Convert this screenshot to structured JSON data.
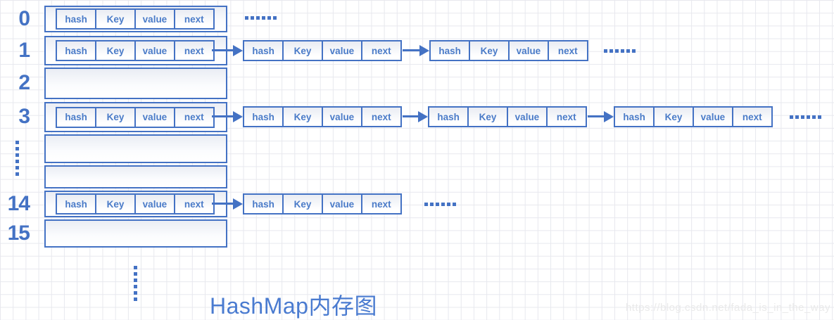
{
  "title": "HashMap内存图",
  "watermark": "https://blog.csdn.net/fada_is_in_the_way",
  "colors": {
    "accent": "#4472C4",
    "cell_text": "#4a7bc8",
    "grid_line": "#e7e8ee",
    "watermark": "#eaeaea"
  },
  "node_fields": [
    "hash",
    "Key",
    "value",
    "next"
  ],
  "icons": {
    "arrow_right": "▶",
    "horizontal_ellipsis": "······",
    "vertical_ellipsis": "⋮"
  },
  "buckets": [
    {
      "index": "0",
      "occupied": true,
      "external_nodes": 0,
      "trailing_ellipsis": true
    },
    {
      "index": "1",
      "occupied": true,
      "external_nodes": 2,
      "trailing_ellipsis": true
    },
    {
      "index": "2",
      "occupied": false,
      "external_nodes": 0,
      "trailing_ellipsis": false
    },
    {
      "index": "3",
      "occupied": true,
      "external_nodes": 3,
      "trailing_ellipsis": true
    },
    {
      "index": "",
      "occupied": false,
      "external_nodes": 0,
      "trailing_ellipsis": false
    },
    {
      "index": "",
      "occupied": false,
      "external_nodes": 0,
      "trailing_ellipsis": false
    },
    {
      "index": "14",
      "occupied": true,
      "external_nodes": 1,
      "trailing_ellipsis": true
    },
    {
      "index": "15",
      "occupied": false,
      "external_nodes": 0,
      "trailing_ellipsis": false
    }
  ]
}
